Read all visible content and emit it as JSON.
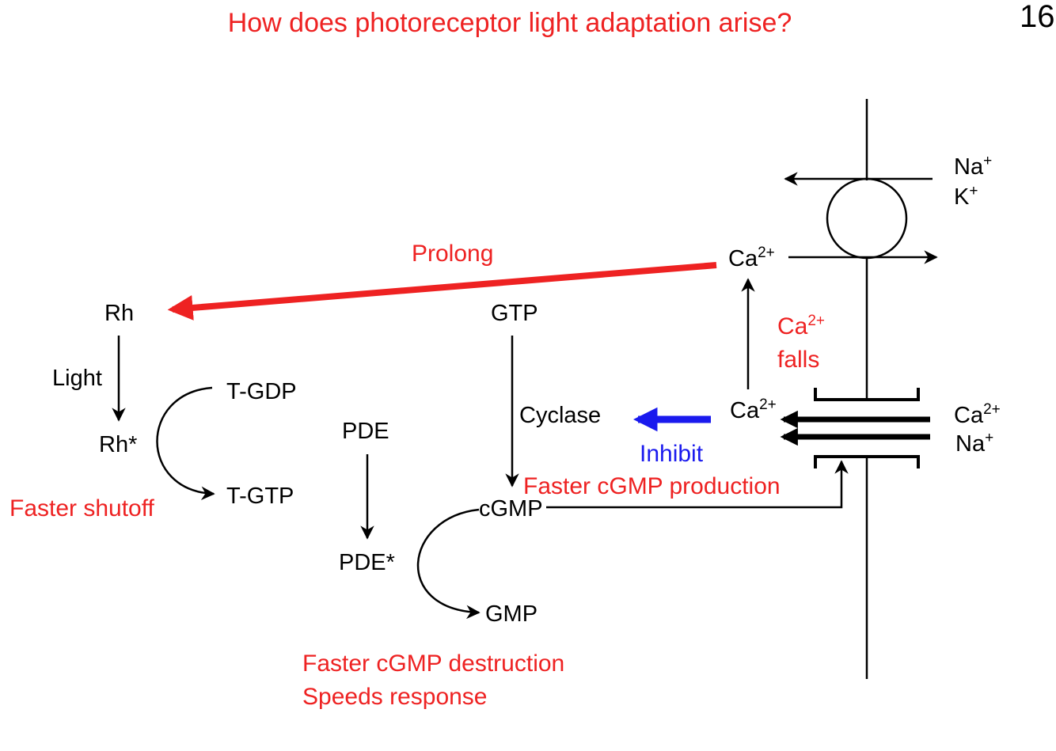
{
  "title": "How does photoreceptor light adaptation arise?",
  "page_number": "16",
  "colors": {
    "red": "#ee2222",
    "blue": "#1a1aee",
    "black": "#000000"
  },
  "labels": {
    "rh": "Rh",
    "light": "Light",
    "rh_star": "Rh*",
    "t_gdp": "T-GDP",
    "t_gtp": "T-GTP",
    "pde": "PDE",
    "pde_star": "PDE*",
    "gtp": "GTP",
    "cyclase": "Cyclase",
    "cgmp": "cGMP",
    "gmp": "GMP",
    "ca": "Ca",
    "ca_sup": "2+",
    "na": "Na",
    "k": "K",
    "plus_sup": "+"
  },
  "annotations": {
    "prolong": "Prolong",
    "ca_falls_line1": "Ca",
    "ca_falls_line2": "falls",
    "inhibit": "Inhibit",
    "faster_shutoff": "Faster shutoff",
    "faster_cgmp_production": "Faster cGMP production",
    "faster_cgmp_destruction": "Faster cGMP destruction",
    "speeds_response": "Speeds response"
  }
}
